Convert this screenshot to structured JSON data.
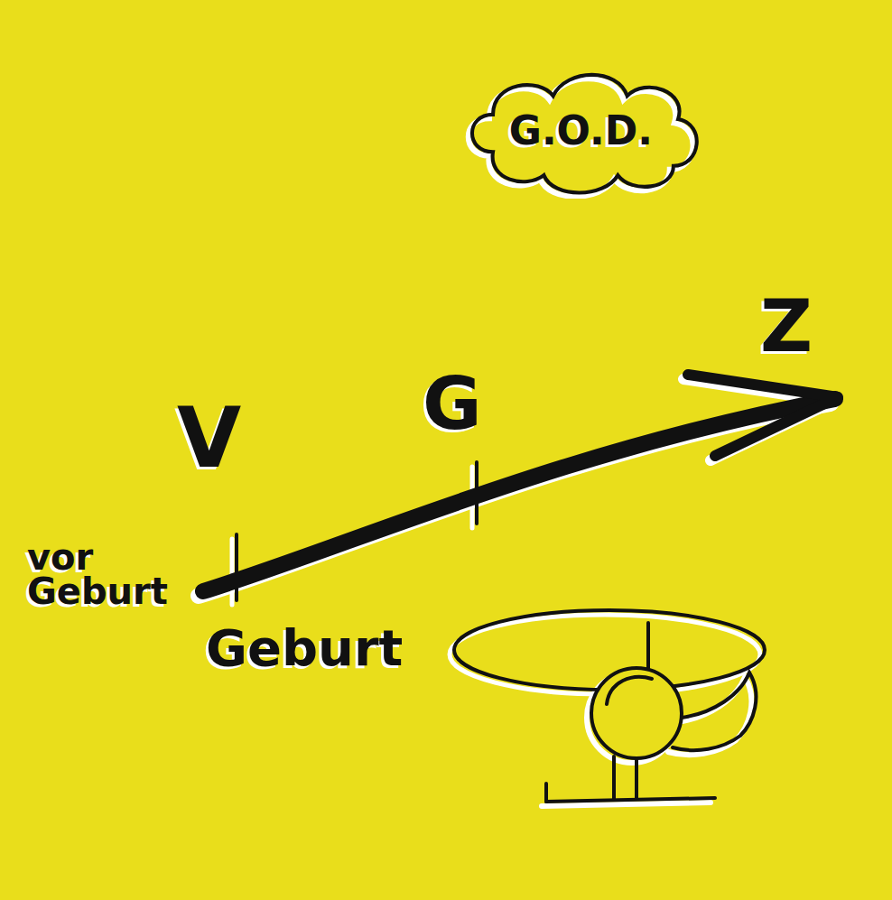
{
  "diagram": {
    "nodes": [
      {
        "text": [
          "G.O.D."
        ]
      }
    ],
    "labels": [
      "V",
      "G",
      "Z",
      "vor Geburt",
      "Geburt"
    ]
  }
}
